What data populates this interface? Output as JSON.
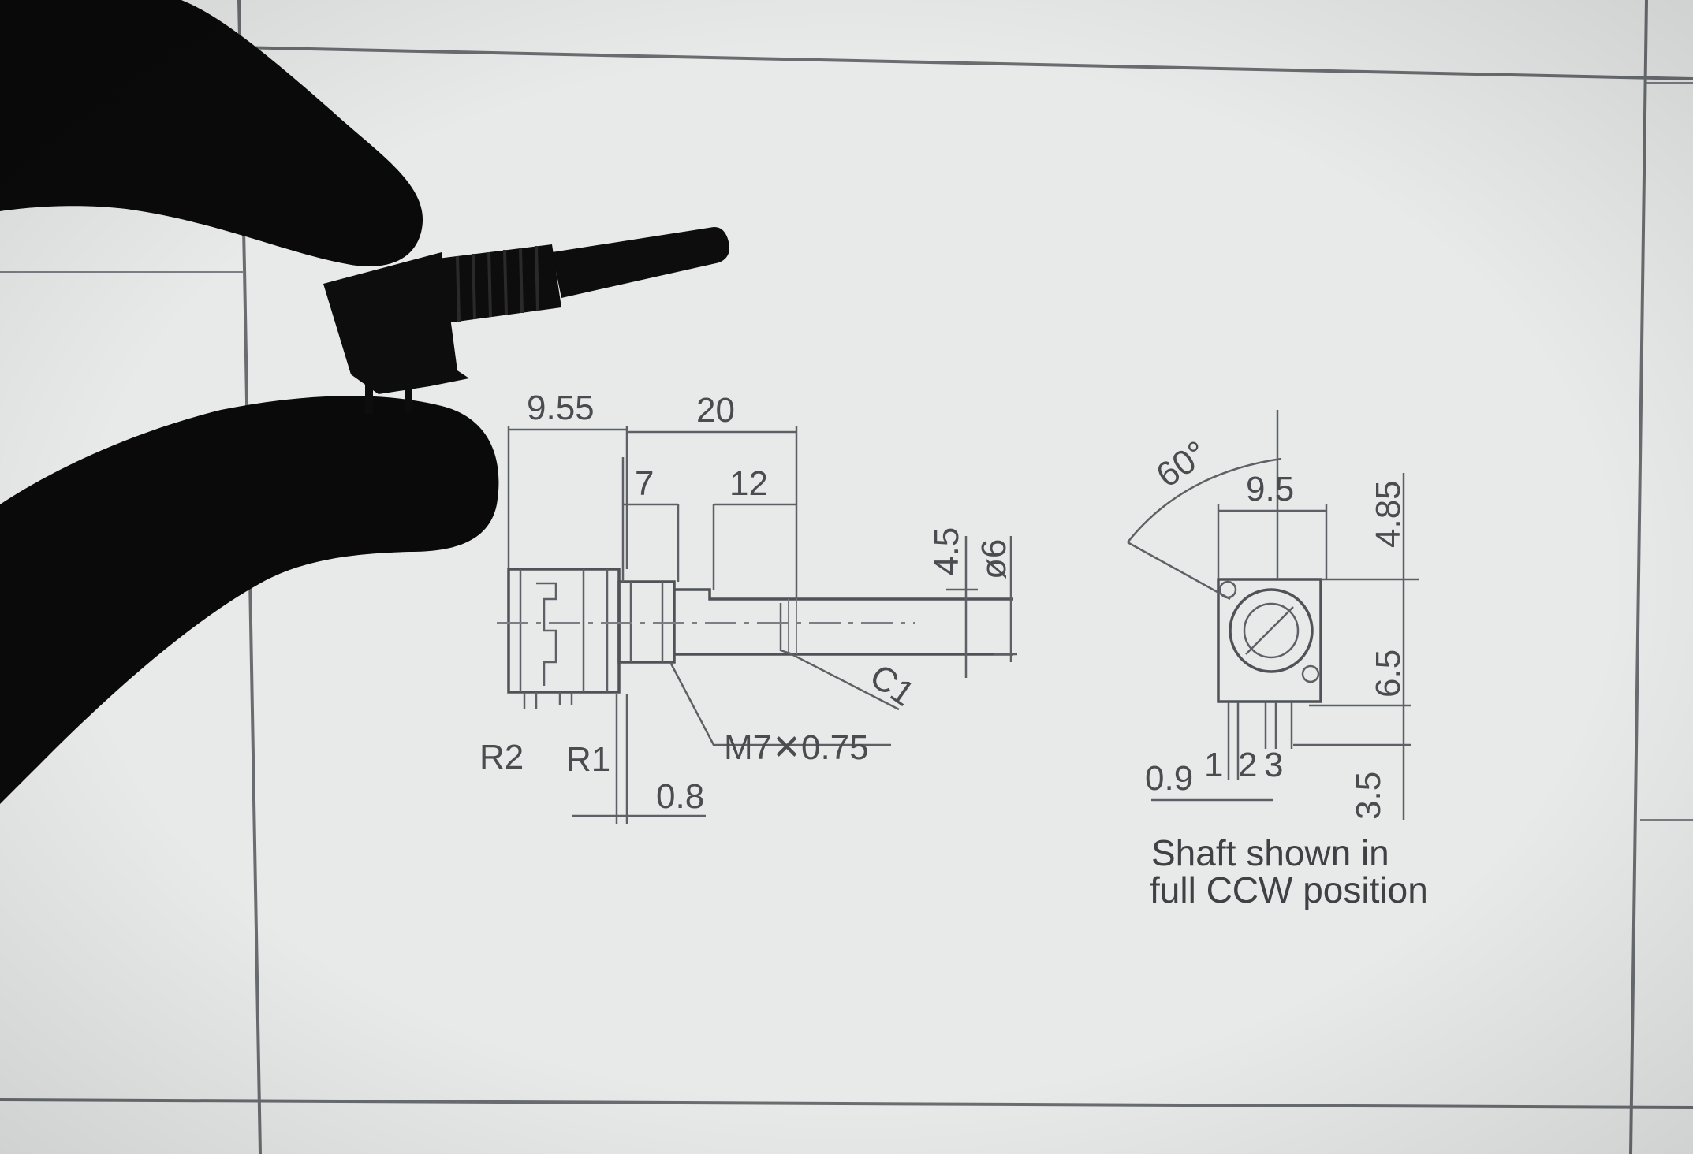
{
  "left_view": {
    "dim_overall_body": "9.55",
    "dim_overall_shaft": "20",
    "dim_thread": "7",
    "dim_flat": "12",
    "dim_flat_depth": "4.5",
    "dim_shaft_dia": "ø6",
    "chamfer": "C1",
    "thread_spec": "M7✕0.75",
    "pin_r2": "R2",
    "pin_r1": "R1",
    "dim_pin_thickness": "0.8"
  },
  "right_view": {
    "angle": "60°",
    "dim_width": "9.5",
    "dim_top": "4.85",
    "dim_mid": "6.5",
    "dim_pin_len": "3.5",
    "dim_pin_pitch": "0.9",
    "pin_labels": [
      "1",
      "2",
      "3"
    ],
    "note_line1": "Shaft shown in",
    "note_line2": "full CCW position"
  },
  "colors": {
    "screen": "#e9ebea",
    "ink": "#4a4d50",
    "silhouette": "#0b0b0b"
  }
}
